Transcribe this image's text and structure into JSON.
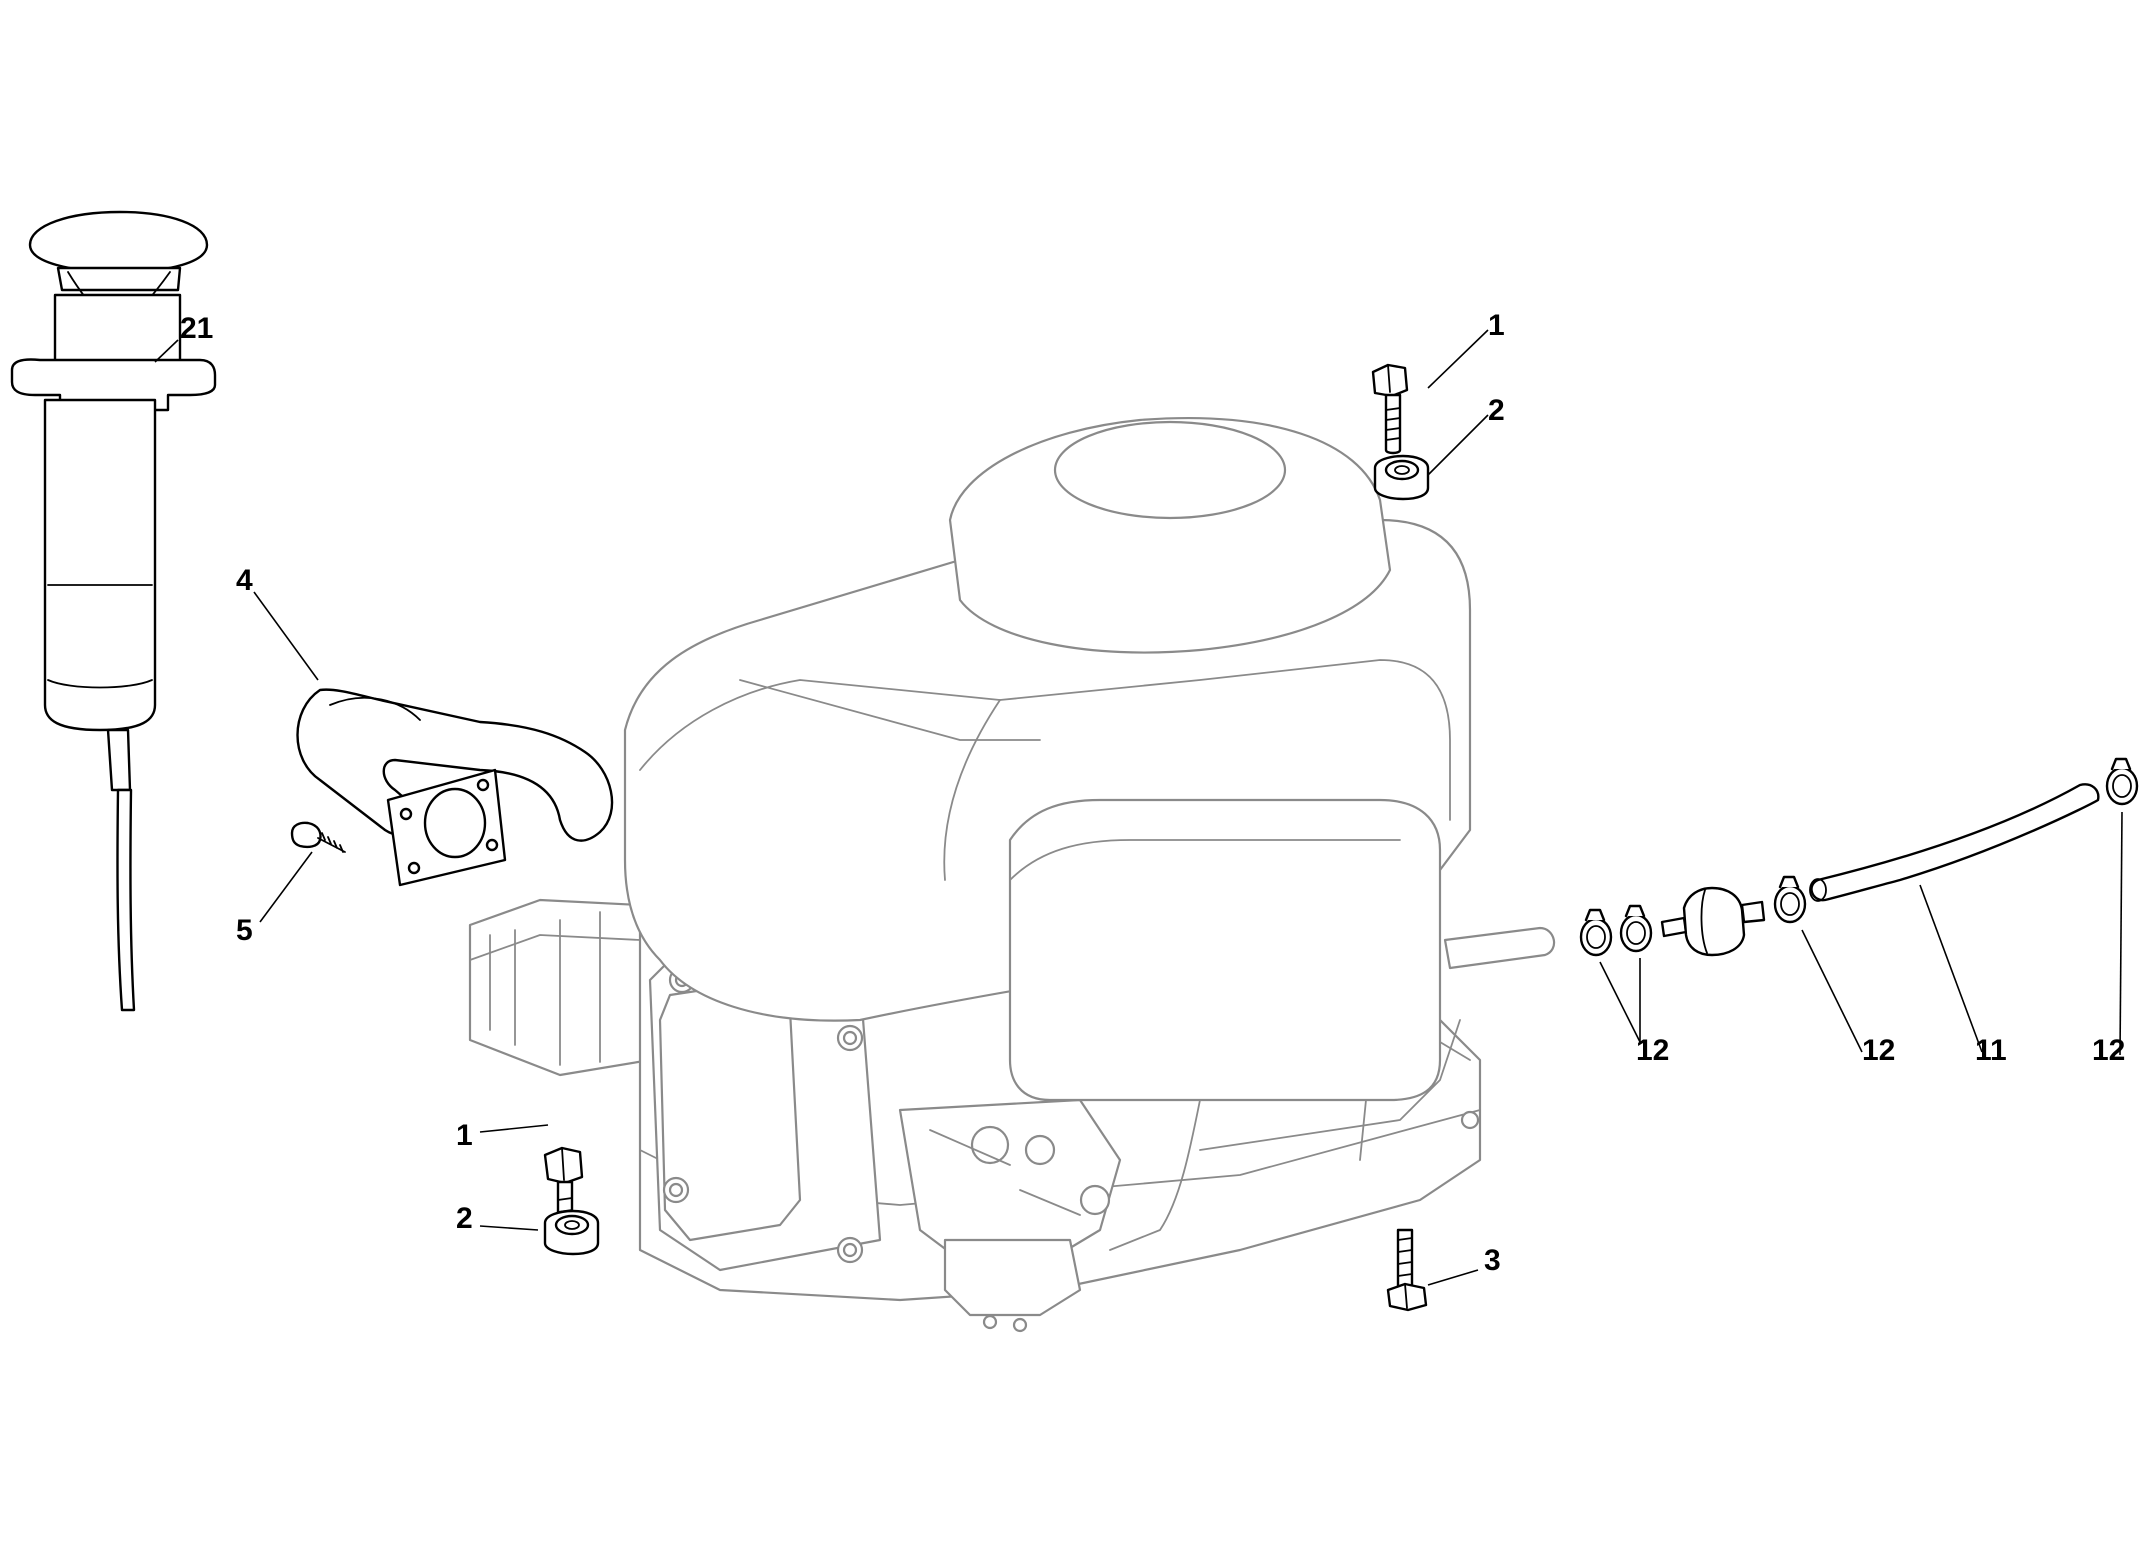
{
  "diagram": {
    "type": "exploded-parts-diagram",
    "subject": "engine",
    "colors": {
      "background": "#ffffff",
      "parts": "#000000",
      "engine": "#8a8a8a"
    }
  },
  "callouts": {
    "syringe": "21",
    "bolt_top": "1",
    "nut_top": "2",
    "exhaust_pipe": "4",
    "screw": "5",
    "bolt_bottom": "1",
    "nut_bottom": "2",
    "bolt_lower_right": "3",
    "clamps_pair": "12",
    "clamp_after_filter": "12",
    "fuel_hose": "11",
    "clamp_end": "12"
  }
}
